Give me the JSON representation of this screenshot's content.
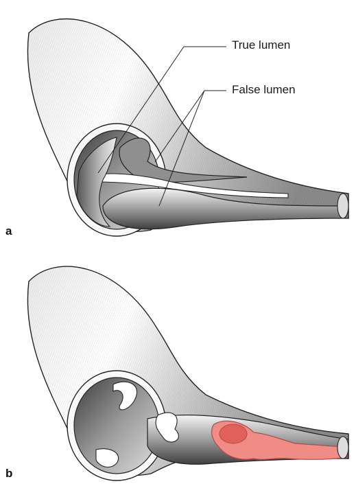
{
  "labels": {
    "true_lumen": "True lumen",
    "false_lumen": "False lumen"
  },
  "panels": {
    "a": "a",
    "b": "b"
  },
  "colors": {
    "vessel_light": "#f2f2f2",
    "vessel_dark": "#4a4a4a",
    "thrombus": "#f08c86",
    "thrombus_dark": "#d9534f"
  }
}
